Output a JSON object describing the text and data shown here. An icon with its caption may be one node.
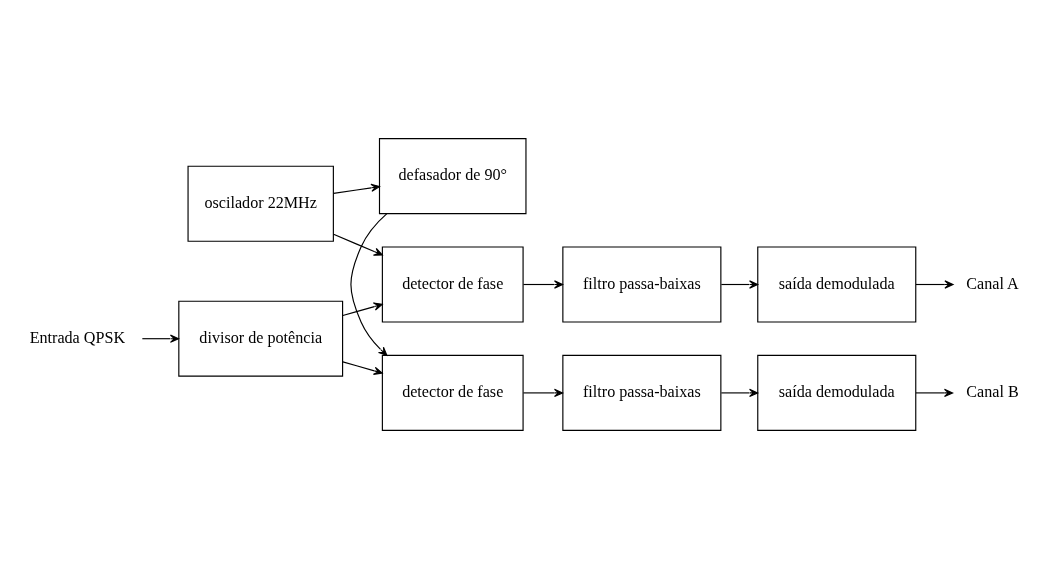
{
  "diagram": {
    "nodes": [
      {
        "text": [
          "Entrada QPSK"
        ]
      },
      {
        "text": [
          "divisor de potência"
        ]
      },
      {
        "text": [
          "detector de fase"
        ]
      },
      {
        "text": [
          "filtro passa-baixas"
        ]
      },
      {
        "text": [
          "saída demodulada"
        ]
      },
      {
        "text": [
          "Canal A"
        ]
      },
      {
        "text": [
          "defasador de 90°"
        ]
      },
      {
        "text": [
          "oscilador 22MHz"
        ]
      },
      {
        "text": [
          "detector de fase"
        ]
      },
      {
        "text": [
          "filtro passa-baixas"
        ]
      },
      {
        "text": [
          "saída demodulada"
        ]
      },
      {
        "text": [
          "Canal B"
        ]
      }
    ],
    "edges": [
      {
        "from": 0,
        "to": 1,
        "arrow": "to"
      },
      {
        "from": 1,
        "to": 2,
        "arrow": "to"
      },
      {
        "from": 1,
        "to": 8,
        "arrow": "to"
      },
      {
        "from": 2,
        "to": 3,
        "arrow": "to"
      },
      {
        "from": 3,
        "to": 4,
        "arrow": "to"
      },
      {
        "from": 4,
        "to": 5,
        "arrow": "to"
      },
      {
        "from": 7,
        "to": 2,
        "arrow": "to"
      },
      {
        "from": 7,
        "to": 6,
        "arrow": "to"
      },
      {
        "from": 6,
        "to": 8,
        "arrow": "to"
      },
      {
        "from": 8,
        "to": 9,
        "arrow": "to"
      },
      {
        "from": 9,
        "to": 10,
        "arrow": "to"
      },
      {
        "from": 10,
        "to": 11,
        "arrow": "to"
      }
    ]
  }
}
